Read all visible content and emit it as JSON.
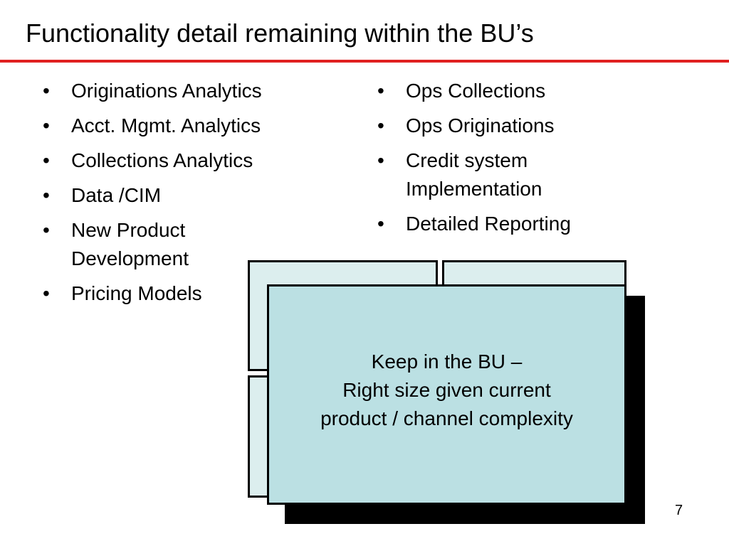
{
  "title": "Functionality detail remaining within the BU’s",
  "accent_color": "#e02020",
  "bullet_symbol": "•",
  "left_list": [
    {
      "lines": [
        "Originations Analytics"
      ]
    },
    {
      "lines": [
        "Acct. Mgmt. Analytics"
      ]
    },
    {
      "lines": [
        "Collections Analytics"
      ]
    },
    {
      "lines": [
        "Data /CIM"
      ]
    },
    {
      "lines": [
        "New Product",
        "Development"
      ]
    },
    {
      "lines": [
        "Pricing Models"
      ]
    }
  ],
  "right_list": [
    {
      "lines": [
        "Ops Collections"
      ]
    },
    {
      "lines": [
        "Ops Originations"
      ]
    },
    {
      "lines": [
        "Credit system",
        "Implementation"
      ]
    },
    {
      "lines": [
        "Detailed Reporting"
      ]
    }
  ],
  "callout": {
    "lines": [
      "Keep in the BU –",
      "Right size given current",
      "product / channel complexity"
    ]
  },
  "slide_number": "7"
}
